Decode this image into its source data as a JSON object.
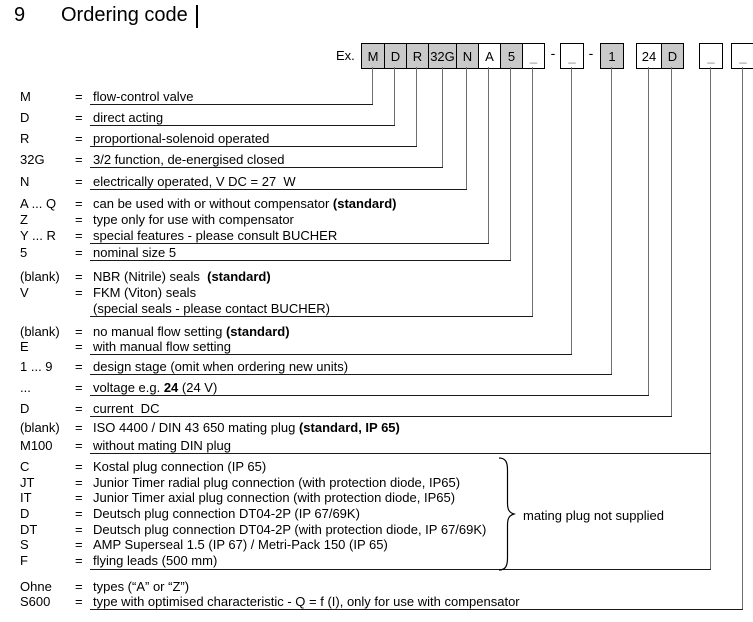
{
  "title": {
    "number": "9",
    "text": "Ordering code"
  },
  "example_label": "Ex.",
  "equals": "=",
  "separators": [
    "-",
    "-"
  ],
  "colors": {
    "shaded_box": "#c9c9c9",
    "connector_line": "#6e6e6e"
  },
  "boxes": [
    {
      "label": "M",
      "shaded": true
    },
    {
      "label": "D",
      "shaded": true
    },
    {
      "label": "R",
      "shaded": true
    },
    {
      "label": "32G",
      "shaded": true
    },
    {
      "label": "N",
      "shaded": true
    },
    {
      "label": "A",
      "shaded": false
    },
    {
      "label": "5",
      "shaded": true
    },
    {
      "label": "_",
      "shaded": false,
      "placeholder": true
    },
    {
      "label": "_",
      "shaded": false,
      "placeholder": true
    },
    {
      "label": "1",
      "shaded": true
    },
    {
      "label": "24",
      "shaded": false
    },
    {
      "label": "D",
      "shaded": true
    },
    {
      "label": "_",
      "shaded": false,
      "placeholder": true
    },
    {
      "label": "_",
      "shaded": false,
      "placeholder": true
    }
  ],
  "rows": [
    {
      "code": "M",
      "pre": "flow-control valve"
    },
    {
      "code": "D",
      "pre": "direct acting"
    },
    {
      "code": "R",
      "pre": "proportional-solenoid operated"
    },
    {
      "code": "32G",
      "pre": "3/2 function, de-energised closed"
    },
    {
      "code": "N",
      "pre": "electrically operated, V DC = 27  W"
    },
    {
      "code": "A ... Q",
      "pre": "can be used with or without compensator ",
      "bold": "(standard)"
    },
    {
      "code": "Z",
      "pre": "type only for use with compensator"
    },
    {
      "code": "Y ... R",
      "pre": "special features - please consult BUCHER"
    },
    {
      "code": "5",
      "pre": "nominal size 5"
    },
    {
      "code": "(blank)",
      "pre": "NBR (Nitrile) seals  ",
      "bold": "(standard)"
    },
    {
      "code": "V",
      "pre": "FKM (Viton) seals"
    },
    {
      "code": "",
      "pre": "(special seals - please contact BUCHER)"
    },
    {
      "code": "(blank)",
      "pre": "no manual flow setting ",
      "bold": "(standard)"
    },
    {
      "code": "E",
      "pre": "with manual flow setting"
    },
    {
      "code": "1 ... 9",
      "pre": "design stage (omit when ordering new units)"
    },
    {
      "code": "...",
      "pre": "voltage e.g. ",
      "bold": "24",
      "post": " (24 V)"
    },
    {
      "code": "D",
      "pre": "current  DC"
    },
    {
      "code": "(blank)",
      "pre": "ISO 4400 / DIN 43 650 mating plug ",
      "bold": "(standard, IP 65)"
    },
    {
      "code": "M100",
      "pre": "without mating DIN plug"
    },
    {
      "code": "C",
      "pre": "Kostal plug connection (IP 65)"
    },
    {
      "code": "JT",
      "pre": "Junior Timer radial plug connection (with protection diode, IP65)"
    },
    {
      "code": "IT",
      "pre": "Junior Timer axial plug connection (with protection diode, IP65)"
    },
    {
      "code": "D",
      "pre": "Deutsch plug connection DT04-2P (IP 67/69K)"
    },
    {
      "code": "DT",
      "pre": "Deutsch plug connection DT04-2P (with protection diode, IP 67/69K)"
    },
    {
      "code": "S",
      "pre": "AMP Superseal 1.5 (IP 67) / Metri-Pack 150 (IP 65)"
    },
    {
      "code": "F",
      "pre": "flying leads (500 mm)"
    },
    {
      "code": "Ohne",
      "pre": "types (“A” or “Z”)"
    },
    {
      "code": "S600",
      "pre": "type with optimised characteristic - Q = f (I), only for use with compensator"
    }
  ],
  "brace_note": "mating plug not supplied"
}
